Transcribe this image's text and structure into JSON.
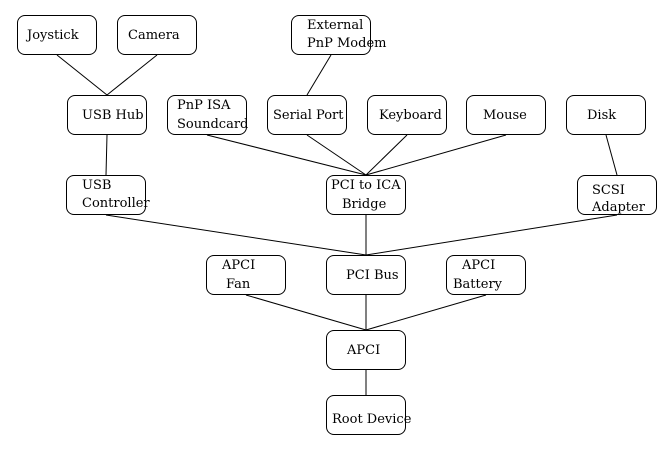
{
  "diagram": {
    "type": "device-tree",
    "nodes": {
      "joystick": {
        "lines": [
          "Joystick"
        ]
      },
      "camera": {
        "lines": [
          "Camera"
        ]
      },
      "modem": {
        "lines": [
          "External",
          "PnP Modem"
        ]
      },
      "usbhub": {
        "lines": [
          "USB Hub"
        ]
      },
      "soundcard": {
        "lines": [
          "PnP ISA",
          "Soundcard"
        ]
      },
      "serial": {
        "lines": [
          "Serial Port"
        ]
      },
      "keyboard": {
        "lines": [
          "Keyboard"
        ]
      },
      "mouse": {
        "lines": [
          "Mouse"
        ]
      },
      "disk": {
        "lines": [
          "Disk"
        ]
      },
      "usbctrl": {
        "lines": [
          "USB",
          "Controller"
        ]
      },
      "bridge": {
        "lines": [
          "PCI to ICA",
          "Bridge"
        ]
      },
      "scsi": {
        "lines": [
          "SCSI",
          "Adapter"
        ]
      },
      "fan": {
        "lines": [
          "APCI",
          "Fan"
        ]
      },
      "pcibus": {
        "lines": [
          "PCI Bus"
        ]
      },
      "battery": {
        "lines": [
          "APCI",
          "Battery"
        ]
      },
      "apci": {
        "lines": [
          "APCI"
        ]
      },
      "root": {
        "lines": [
          "Root Device"
        ]
      }
    },
    "edges": [
      [
        "joystick",
        "usbhub"
      ],
      [
        "camera",
        "usbhub"
      ],
      [
        "usbhub",
        "usbctrl"
      ],
      [
        "modem",
        "serial"
      ],
      [
        "soundcard",
        "bridge"
      ],
      [
        "serial",
        "bridge"
      ],
      [
        "keyboard",
        "bridge"
      ],
      [
        "mouse",
        "bridge"
      ],
      [
        "disk",
        "scsi"
      ],
      [
        "usbctrl",
        "pcibus"
      ],
      [
        "bridge",
        "pcibus"
      ],
      [
        "scsi",
        "pcibus"
      ],
      [
        "fan",
        "apci"
      ],
      [
        "pcibus",
        "apci"
      ],
      [
        "battery",
        "apci"
      ],
      [
        "apci",
        "root"
      ]
    ]
  }
}
